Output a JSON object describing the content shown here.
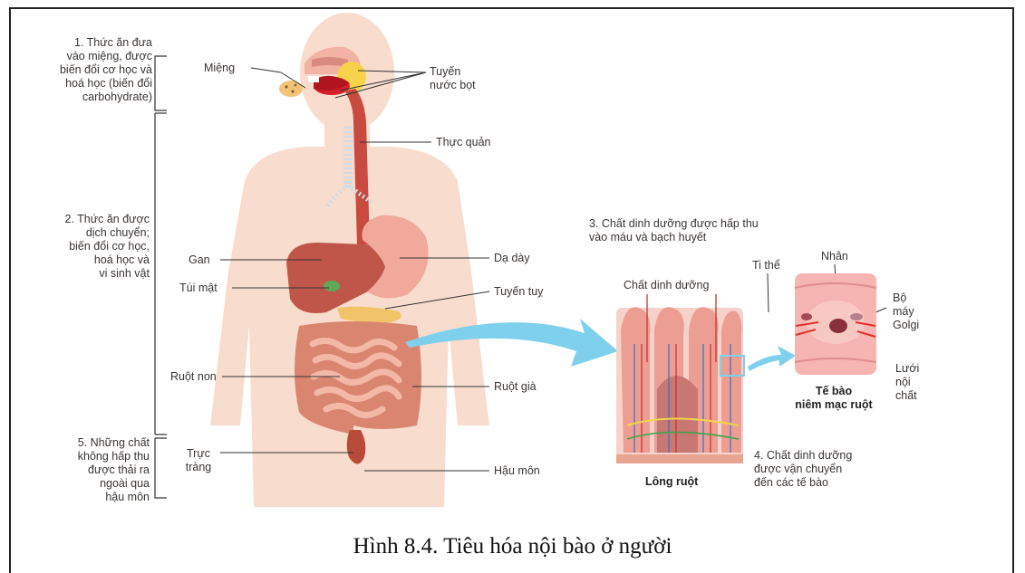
{
  "steps": {
    "step1": [
      "1. Thức ăn đưa",
      "vào miệng, được",
      "biến đổi cơ học và",
      "hoá học (biến đổi",
      "carbohydrate)"
    ],
    "step2": [
      "2. Thức ăn được",
      "dịch chuyển;",
      "biến đổi cơ học,",
      "hoá học và",
      "vi sinh vật"
    ],
    "step3": [
      "3. Chất dinh dưỡng được hấp thu",
      "vào máu và bạch huyết"
    ],
    "step4": [
      "4. Chất dinh dưỡng",
      "được vận chuyển",
      "đến các tế bào"
    ],
    "step5": [
      "5. Những chất",
      "không hấp thu",
      "được thải ra",
      "ngoài qua",
      "hậu môn"
    ]
  },
  "labels": {
    "mieng": "Miệng",
    "tuyen_nuoc_bot": [
      "Tuyến",
      "nước bọt"
    ],
    "thuc_quan": "Thực quản",
    "gan": "Gan",
    "tui_mat": "Túi mật",
    "da_day": "Dạ dày",
    "tuyen_tuy": "Tuyến tuỵ",
    "ruot_non": "Ruột non",
    "ruot_gia": "Ruột già",
    "truc_trang": [
      "Trực",
      "tràng"
    ],
    "hau_mon": "Hậu môn",
    "chat_dinh_duong": "Chất dinh dưỡng",
    "long_ruot": "Lông ruột",
    "ti_the": "Ti thể",
    "nhan": "Nhân",
    "bo_may_golgi": [
      "Bộ",
      "máy",
      "Golgi"
    ],
    "luoi_noi_chat": [
      "Lưới",
      "nội",
      "chất"
    ],
    "te_bao": [
      "Tế bào",
      "niêm mạc ruột"
    ]
  },
  "caption": "Hình 8.4.  Tiêu hóa nội bào ở người",
  "colors": {
    "body_skin": "#f8dccd",
    "liver": "#c0564a",
    "stomach": "#f0a99a",
    "intestine": "#d98570",
    "arrow": "#7fd0ec",
    "villi": "#ec9e93"
  }
}
